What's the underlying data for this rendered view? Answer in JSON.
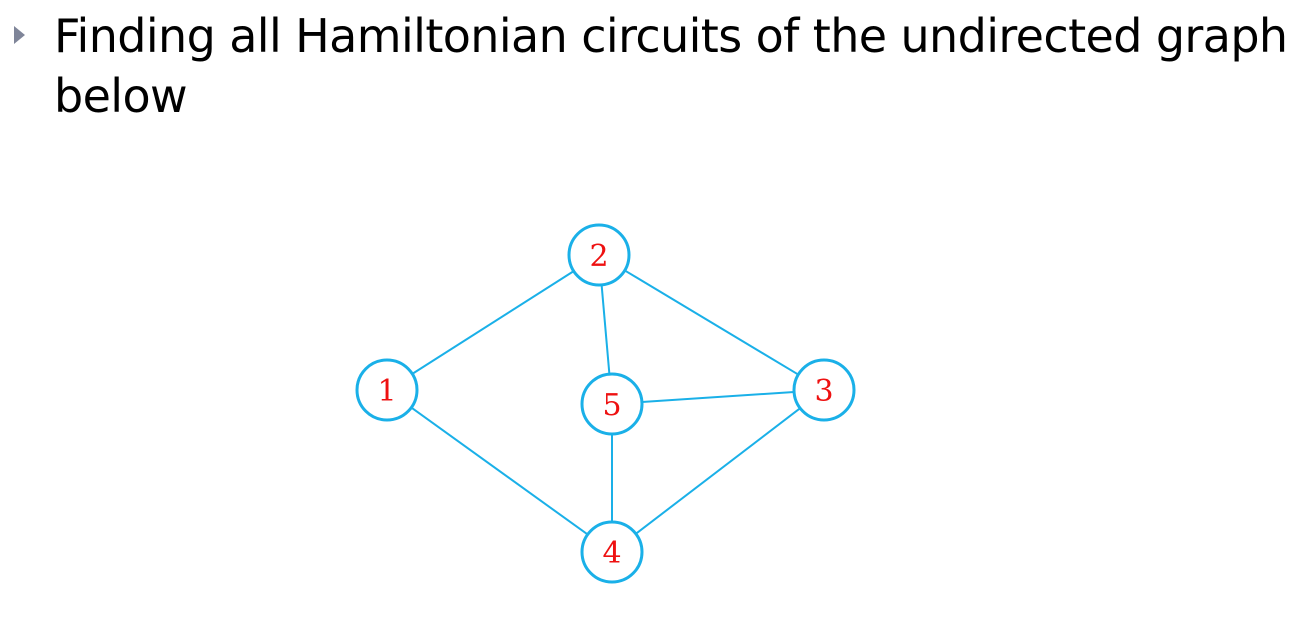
{
  "slide": {
    "bullet_icon": "triangle-right-icon",
    "text": "Finding all Hamiltonian circuits of the undirected graph below"
  },
  "graph": {
    "type": "undirected",
    "colors": {
      "edge": "#1ab0e8",
      "node_stroke": "#1ab0e8",
      "label": "#ee1111"
    },
    "nodes": [
      {
        "id": "1",
        "label": "1"
      },
      {
        "id": "2",
        "label": "2"
      },
      {
        "id": "3",
        "label": "3"
      },
      {
        "id": "4",
        "label": "4"
      },
      {
        "id": "5",
        "label": "5"
      }
    ],
    "edges": [
      [
        "1",
        "2"
      ],
      [
        "2",
        "5"
      ],
      [
        "2",
        "3"
      ],
      [
        "5",
        "3"
      ],
      [
        "1",
        "4"
      ],
      [
        "5",
        "4"
      ],
      [
        "3",
        "4"
      ]
    ]
  }
}
